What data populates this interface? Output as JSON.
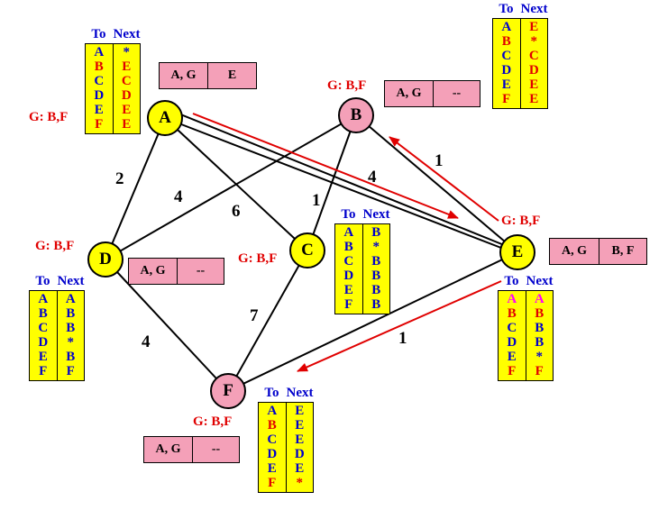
{
  "colors": {
    "node_yellow": "#ffff00",
    "node_pink": "#f4a0b8",
    "table_fill": "#ffff00",
    "msg_box_fill": "#f4a0b8",
    "text_red": "#e00000",
    "text_blue": "#0000cc",
    "text_magenta": "#ff00ff",
    "arrow_red": "#e00000"
  },
  "nodes": {
    "A": {
      "label": "A",
      "color": "yellow"
    },
    "B": {
      "label": "B",
      "color": "pink"
    },
    "C": {
      "label": "C",
      "color": "yellow"
    },
    "D": {
      "label": "D",
      "color": "yellow"
    },
    "E": {
      "label": "E",
      "color": "yellow"
    },
    "F": {
      "label": "F",
      "color": "pink"
    }
  },
  "edges": [
    {
      "from": "A",
      "to": "D",
      "weight": "2"
    },
    {
      "from": "A",
      "to": "C",
      "weight": "6"
    },
    {
      "from": "A",
      "to": "E",
      "weight": "4"
    },
    {
      "from": "B",
      "to": "D",
      "weight": "4"
    },
    {
      "from": "B",
      "to": "C",
      "weight": "1"
    },
    {
      "from": "B",
      "to": "E",
      "weight": "1"
    },
    {
      "from": "C",
      "to": "F",
      "weight": "7"
    },
    {
      "from": "D",
      "to": "F",
      "weight": "4"
    },
    {
      "from": "E",
      "to": "F",
      "weight": "1"
    }
  ],
  "group_labels": {
    "A": "G: B,F",
    "B": "G: B,F",
    "C": "G: B,F",
    "D": "G: B,F",
    "E": "G: B,F",
    "F": "G: B,F"
  },
  "messages": {
    "A": [
      "A, G",
      "E"
    ],
    "B": [
      "A, G",
      "--"
    ],
    "D": [
      "A, G",
      "--"
    ],
    "E": [
      "A, G",
      "B, F"
    ],
    "F": [
      "A, G",
      "--"
    ]
  },
  "tables": {
    "A": {
      "header": [
        "To",
        "Next"
      ],
      "to": [
        "A",
        "B",
        "C",
        "D",
        "E",
        "F"
      ],
      "next": [
        "*",
        "E",
        "C",
        "D",
        "E",
        "E"
      ],
      "to_colors": [
        "blue",
        "red",
        "blue",
        "blue",
        "blue",
        "red"
      ],
      "next_colors": [
        "blue",
        "red",
        "red",
        "red",
        "red",
        "red"
      ]
    },
    "B": {
      "header": [
        "To",
        "Next"
      ],
      "to": [
        "A",
        "B",
        "C",
        "D",
        "E",
        "F"
      ],
      "next": [
        "E",
        "*",
        "C",
        "D",
        "E",
        "E"
      ],
      "to_colors": [
        "blue",
        "red",
        "blue",
        "blue",
        "blue",
        "red"
      ],
      "next_colors": [
        "red",
        "red",
        "red",
        "red",
        "red",
        "red"
      ]
    },
    "C": {
      "header": [
        "To",
        "Next"
      ],
      "to": [
        "A",
        "B",
        "C",
        "D",
        "E",
        "F"
      ],
      "next": [
        "B",
        "*",
        "B",
        "B",
        "B",
        "B"
      ],
      "to_colors": [
        "blue",
        "blue",
        "blue",
        "blue",
        "blue",
        "blue"
      ],
      "next_colors": [
        "blue",
        "blue",
        "blue",
        "blue",
        "blue",
        "blue"
      ]
    },
    "D": {
      "header": [
        "To",
        "Next"
      ],
      "to": [
        "A",
        "B",
        "C",
        "D",
        "E",
        "F"
      ],
      "next": [
        "A",
        "B",
        "B",
        "*",
        "B",
        "F"
      ],
      "to_colors": [
        "blue",
        "blue",
        "blue",
        "blue",
        "blue",
        "blue"
      ],
      "next_colors": [
        "blue",
        "blue",
        "blue",
        "blue",
        "blue",
        "blue"
      ]
    },
    "E": {
      "header": [
        "To",
        "Next"
      ],
      "to": [
        "A",
        "B",
        "C",
        "D",
        "E",
        "F"
      ],
      "next": [
        "A",
        "B",
        "B",
        "B",
        "*",
        "F"
      ],
      "to_colors": [
        "magenta",
        "red",
        "blue",
        "blue",
        "blue",
        "red"
      ],
      "next_colors": [
        "magenta",
        "red",
        "blue",
        "blue",
        "blue",
        "red"
      ]
    },
    "F": {
      "header": [
        "To",
        "Next"
      ],
      "to": [
        "A",
        "B",
        "C",
        "D",
        "E",
        "F"
      ],
      "next": [
        "E",
        "E",
        "E",
        "D",
        "E",
        "*"
      ],
      "to_colors": [
        "blue",
        "red",
        "blue",
        "blue",
        "blue",
        "red"
      ],
      "next_colors": [
        "blue",
        "blue",
        "blue",
        "blue",
        "blue",
        "red"
      ]
    }
  }
}
